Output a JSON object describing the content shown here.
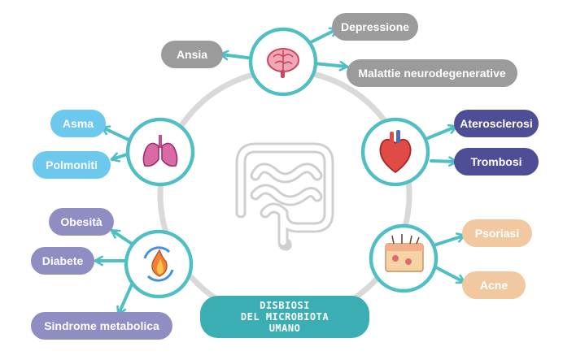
{
  "center": {
    "line1": "DISBIOSI",
    "line2": "DEL MICROBIOTA",
    "line3": "UMANO"
  },
  "brain": {
    "icon": "brain-icon",
    "labels": [
      "Ansia",
      "Depressione",
      "Malattie neurodegenerative"
    ]
  },
  "lungs": {
    "icon": "lungs-icon",
    "labels": [
      "Asma",
      "Polmoniti"
    ]
  },
  "heart": {
    "icon": "heart-icon",
    "labels": [
      "Aterosclerosi",
      "Trombosi"
    ]
  },
  "metabolism": {
    "icon": "metabolism-flame-icon",
    "labels": [
      "Obesità",
      "Diabete",
      "Sindrome metabolica"
    ]
  },
  "skin": {
    "icon": "skin-icon",
    "labels": [
      "Psoriasi",
      "Acne"
    ]
  },
  "colors": {
    "teal": "#4fbfc3",
    "grey": "#9b9b9b",
    "blue": "#6cc8ec",
    "lavender": "#8f8ec2",
    "navy": "#4d4e96",
    "peach": "#f1c8a0",
    "center": "#3aaeb2"
  }
}
